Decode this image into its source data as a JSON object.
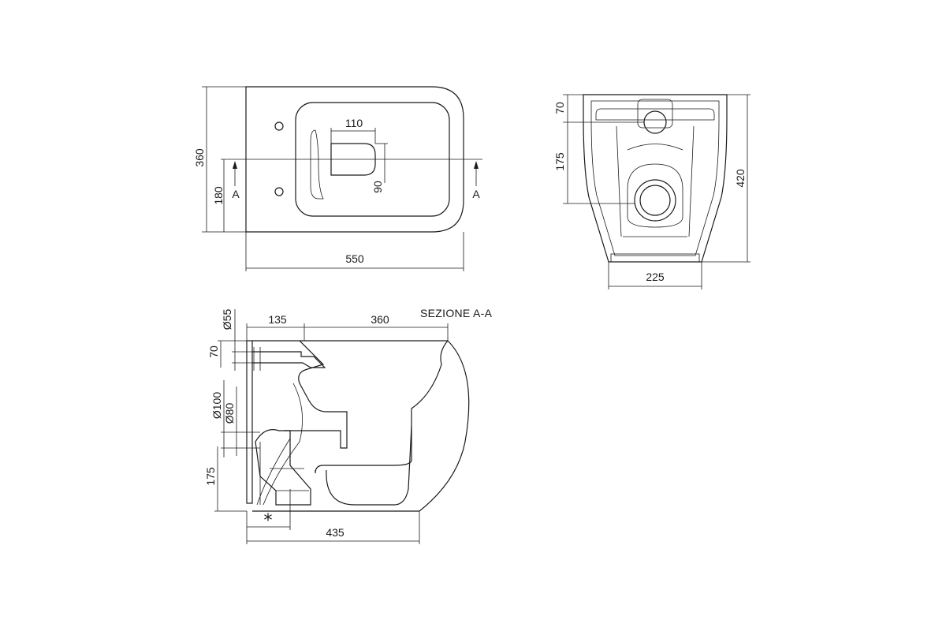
{
  "top_view": {
    "width_dim": "550",
    "height_dim": "360",
    "half_height_dim": "180",
    "outlet_width_dim": "110",
    "outlet_depth_dim": "90",
    "section_mark_left": "A",
    "section_mark_right": "A"
  },
  "rear_view": {
    "top_dim": "70",
    "mid_dim": "175",
    "height_dim": "420",
    "base_width_dim": "225"
  },
  "section_view": {
    "title": "SEZIONE A-A",
    "offset_dim": "135",
    "length_dim": "360",
    "inlet_diameter_dim": "Ø55",
    "inlet_height_dim": "70",
    "outlet_outer_dim": "Ø100",
    "outlet_inner_dim": "Ø80",
    "outlet_height_dim": "175",
    "depth_dim": "435",
    "asterisk": "*"
  }
}
